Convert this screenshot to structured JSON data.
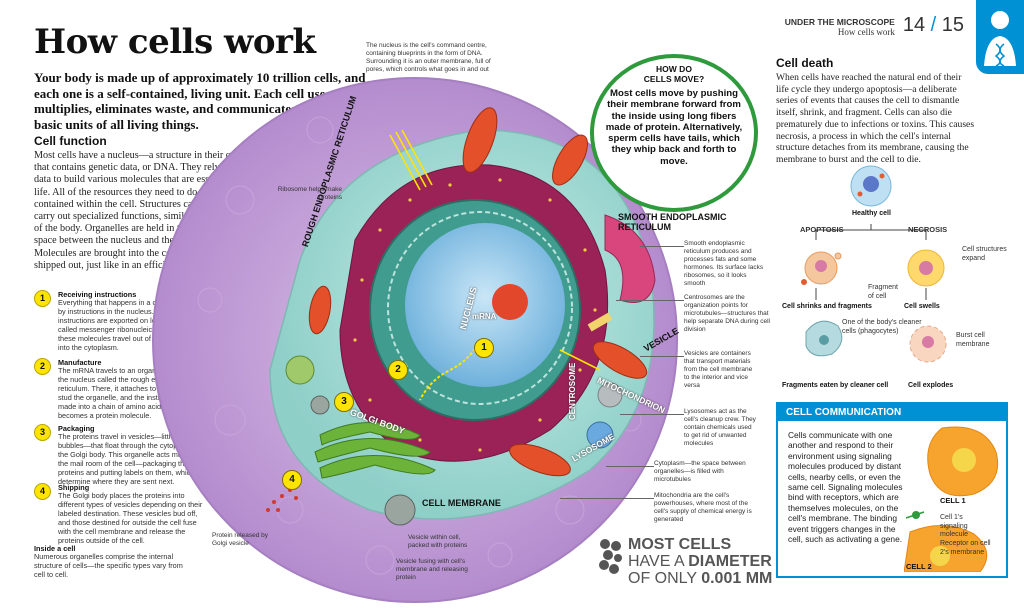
{
  "header": {
    "section": "UNDER THE MICROSCOPE",
    "subsection": "How cells work",
    "page_left": "14",
    "page_right": "15"
  },
  "title": "How cells work",
  "intro": "Your body is made up of approximately 10 trillion cells, and each one is a self-contained, living unit. Each cell uses energy, multiplies, eliminates waste, and communicates. Cells are the basic units of all living things.",
  "cell_function": {
    "heading": "Cell function",
    "text": "Most cells have a nucleus—a structure in their center that contains genetic data, or DNA. They rely on this data to build various molecules that are essential to life. All of the resources they need to do this are contained within the cell. Structures called organelles carry out specialized functions, similar to the organs of the body. Organelles are held in the cytoplasm, the space between the nucleus and the cell membrane. Molecules are brought into the cell and others are shipped out, just like in an efficient factory."
  },
  "steps": [
    {
      "num": "1",
      "title": "Receiving instructions",
      "text": "Everything that happens in a cell is controlled by instructions in the nucleus. These instructions are exported on long molecules called messenger ribonucleic acid (mRNA)—these molecules travel out of the nucleus and into the cytoplasm."
    },
    {
      "num": "2",
      "title": "Manufacture",
      "text": "The mRNA travels to an organelle attached to the nucleus called the rough endoplasmic reticulum. There, it attaches to ribosomes that stud the organelle, and the instructions are made into a chain of amino acids that becomes a protein molecule."
    },
    {
      "num": "3",
      "title": "Packaging",
      "text": "The proteins travel in vesicles—little cellular bubbles—that float through the cytoplasm to the Golgi body. This organelle acts much like the mail room of the cell—packaging the proteins and putting labels on them, which determine where they are sent next."
    },
    {
      "num": "4",
      "title": "Shipping",
      "text": "The Golgi body places the proteins into different types of vesicles depending on their labeled destination. These vesicles bud off, and those destined for outside the cell fuse with the cell membrane and release the proteins outside of the cell."
    }
  ],
  "inside": {
    "heading": "Inside a cell",
    "text": "Numerous organelles comprise the internal structure of cells—the specific types vary from cell to cell."
  },
  "diagram": {
    "labels": {
      "rough_er": "ROUGH ENDOPLASMIC RETICULUM",
      "smooth_er": "SMOOTH ENDOPLASMIC RETICULUM",
      "nucleus": "NUCLEUS",
      "mrna": "mRNA",
      "vesicle": "VESICLE",
      "centrosome": "CENTROSOME",
      "mitochondrion": "MITOCHONDRION",
      "golgi": "GOLGI BODY",
      "lysosome": "LYSOSOME",
      "membrane": "CELL MEMBRANE"
    },
    "badges": [
      "1",
      "2",
      "3",
      "4"
    ],
    "callouts": {
      "nucleus_note": "The nucleus is the cell's command centre, containing blueprints in the form of DNA. Surrounding it is an outer membrane, full of pores, which controls what goes in and out",
      "ribosome": "Ribosome helps make proteins",
      "smooth_er": "Smooth endoplasmic reticulum produces and processes fats and some hormones. Its surface lacks ribosomes, so it looks smooth",
      "centrosome": "Centrosomes are the organization points for microtubules—structures that help separate DNA during cell division",
      "vesicle": "Vesicles are containers that transport materials from the cell membrane to the interior and vice versa",
      "lysosome": "Lysosomes act as the cell's cleanup crew. They contain chemicals used to get rid of unwanted molecules",
      "cytoplasm": "Cytoplasm—the space between organelles—is filled with microtubules",
      "mitochondria": "Mitochondria are the cell's powerhouses, where most of the cell's supply of chemical energy is generated",
      "protein_released": "Protein released by Golgi vesicle",
      "vesicle_packed": "Vesicle within cell, packed with proteins",
      "vesicle_fusing": "Vesicle fusing with cell's membrane and releasing protein"
    }
  },
  "move_box": {
    "heading1": "HOW DO",
    "heading2": "CELLS MOVE?",
    "text": "Most cells move by pushing their membrane forward from the inside using long fibers made of protein. Alternatively, sperm cells have tails, which they whip back and forth to move."
  },
  "stat": {
    "line1": "MOST CELLS",
    "line2a": "HAVE A ",
    "line2b": "DIAMETER",
    "line3a": "OF ONLY ",
    "line3b": "0.001 MM"
  },
  "cell_death": {
    "heading": "Cell death",
    "text": "When cells have reached the natural end of their life cycle they undergo apoptosis—a deliberate series of events that causes the cell to dismantle itself, shrink, and fragment. Cells can also die prematurely due to infections or toxins. This causes necrosis, a process in which the cell's internal structure detaches from its membrane, causing the membrane to burst and the cell to die.",
    "healthy": "Healthy cell",
    "apoptosis": "APOPTOSIS",
    "necrosis": "NECROSIS",
    "cell_structures": "Cell structures expand",
    "fragment": "Fragment of cell",
    "shrinks": "Cell shrinks and fragments",
    "swells": "Cell swells",
    "phagocyte": "One of the body's cleaner cells (phagocytes)",
    "burst": "Burst cell membrane",
    "eaten": "Fragments eaten by cleaner cell",
    "explodes": "Cell explodes"
  },
  "communication": {
    "heading": "CELL COMMUNICATION",
    "text": "Cells communicate with one another and respond to their environment using signaling molecules produced by distant cells, nearby cells, or even the same cell. Signaling molecules bind with receptors, which are themselves molecules, on the cell's membrane. The binding event triggers changes in the cell, such as activating a gene.",
    "cell1": "CELL 1",
    "signal": "Cell 1's signaling molecule",
    "receptor": "Receptor on cell 2's membrane",
    "cell2": "CELL 2"
  },
  "colors": {
    "membrane": "#b98fcf",
    "cytoplasm": "#a8d8d4",
    "rough_er": "#9a2257",
    "nucleus": "#9cc9e6",
    "golgi": "#6cb33a",
    "mitochondrion": "#e4502a",
    "accent_blue": "#0090d4",
    "yellow": "#ffe400",
    "green_box": "#2e9a3c"
  }
}
